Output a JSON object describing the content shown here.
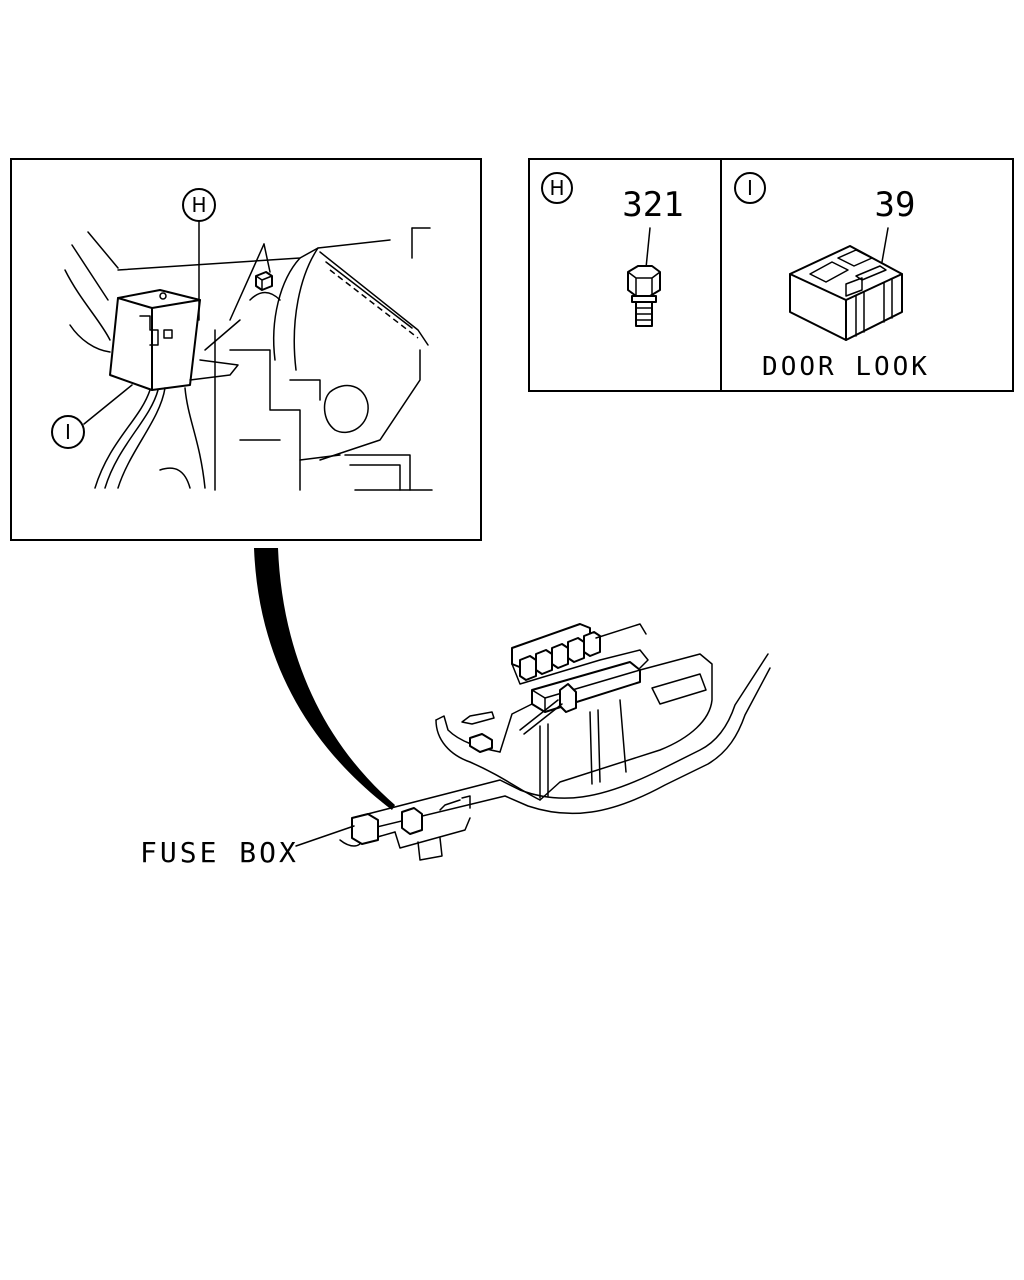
{
  "detail_panel": {
    "callout_h": "H",
    "callout_i": "I"
  },
  "parts_table": {
    "cell_h": {
      "callout": "H",
      "part_number": "321"
    },
    "cell_i": {
      "callout": "I",
      "part_number": "39",
      "caption": "DOOR LOOK"
    }
  },
  "main_view": {
    "fuse_box_label": "FUSE BOX"
  }
}
